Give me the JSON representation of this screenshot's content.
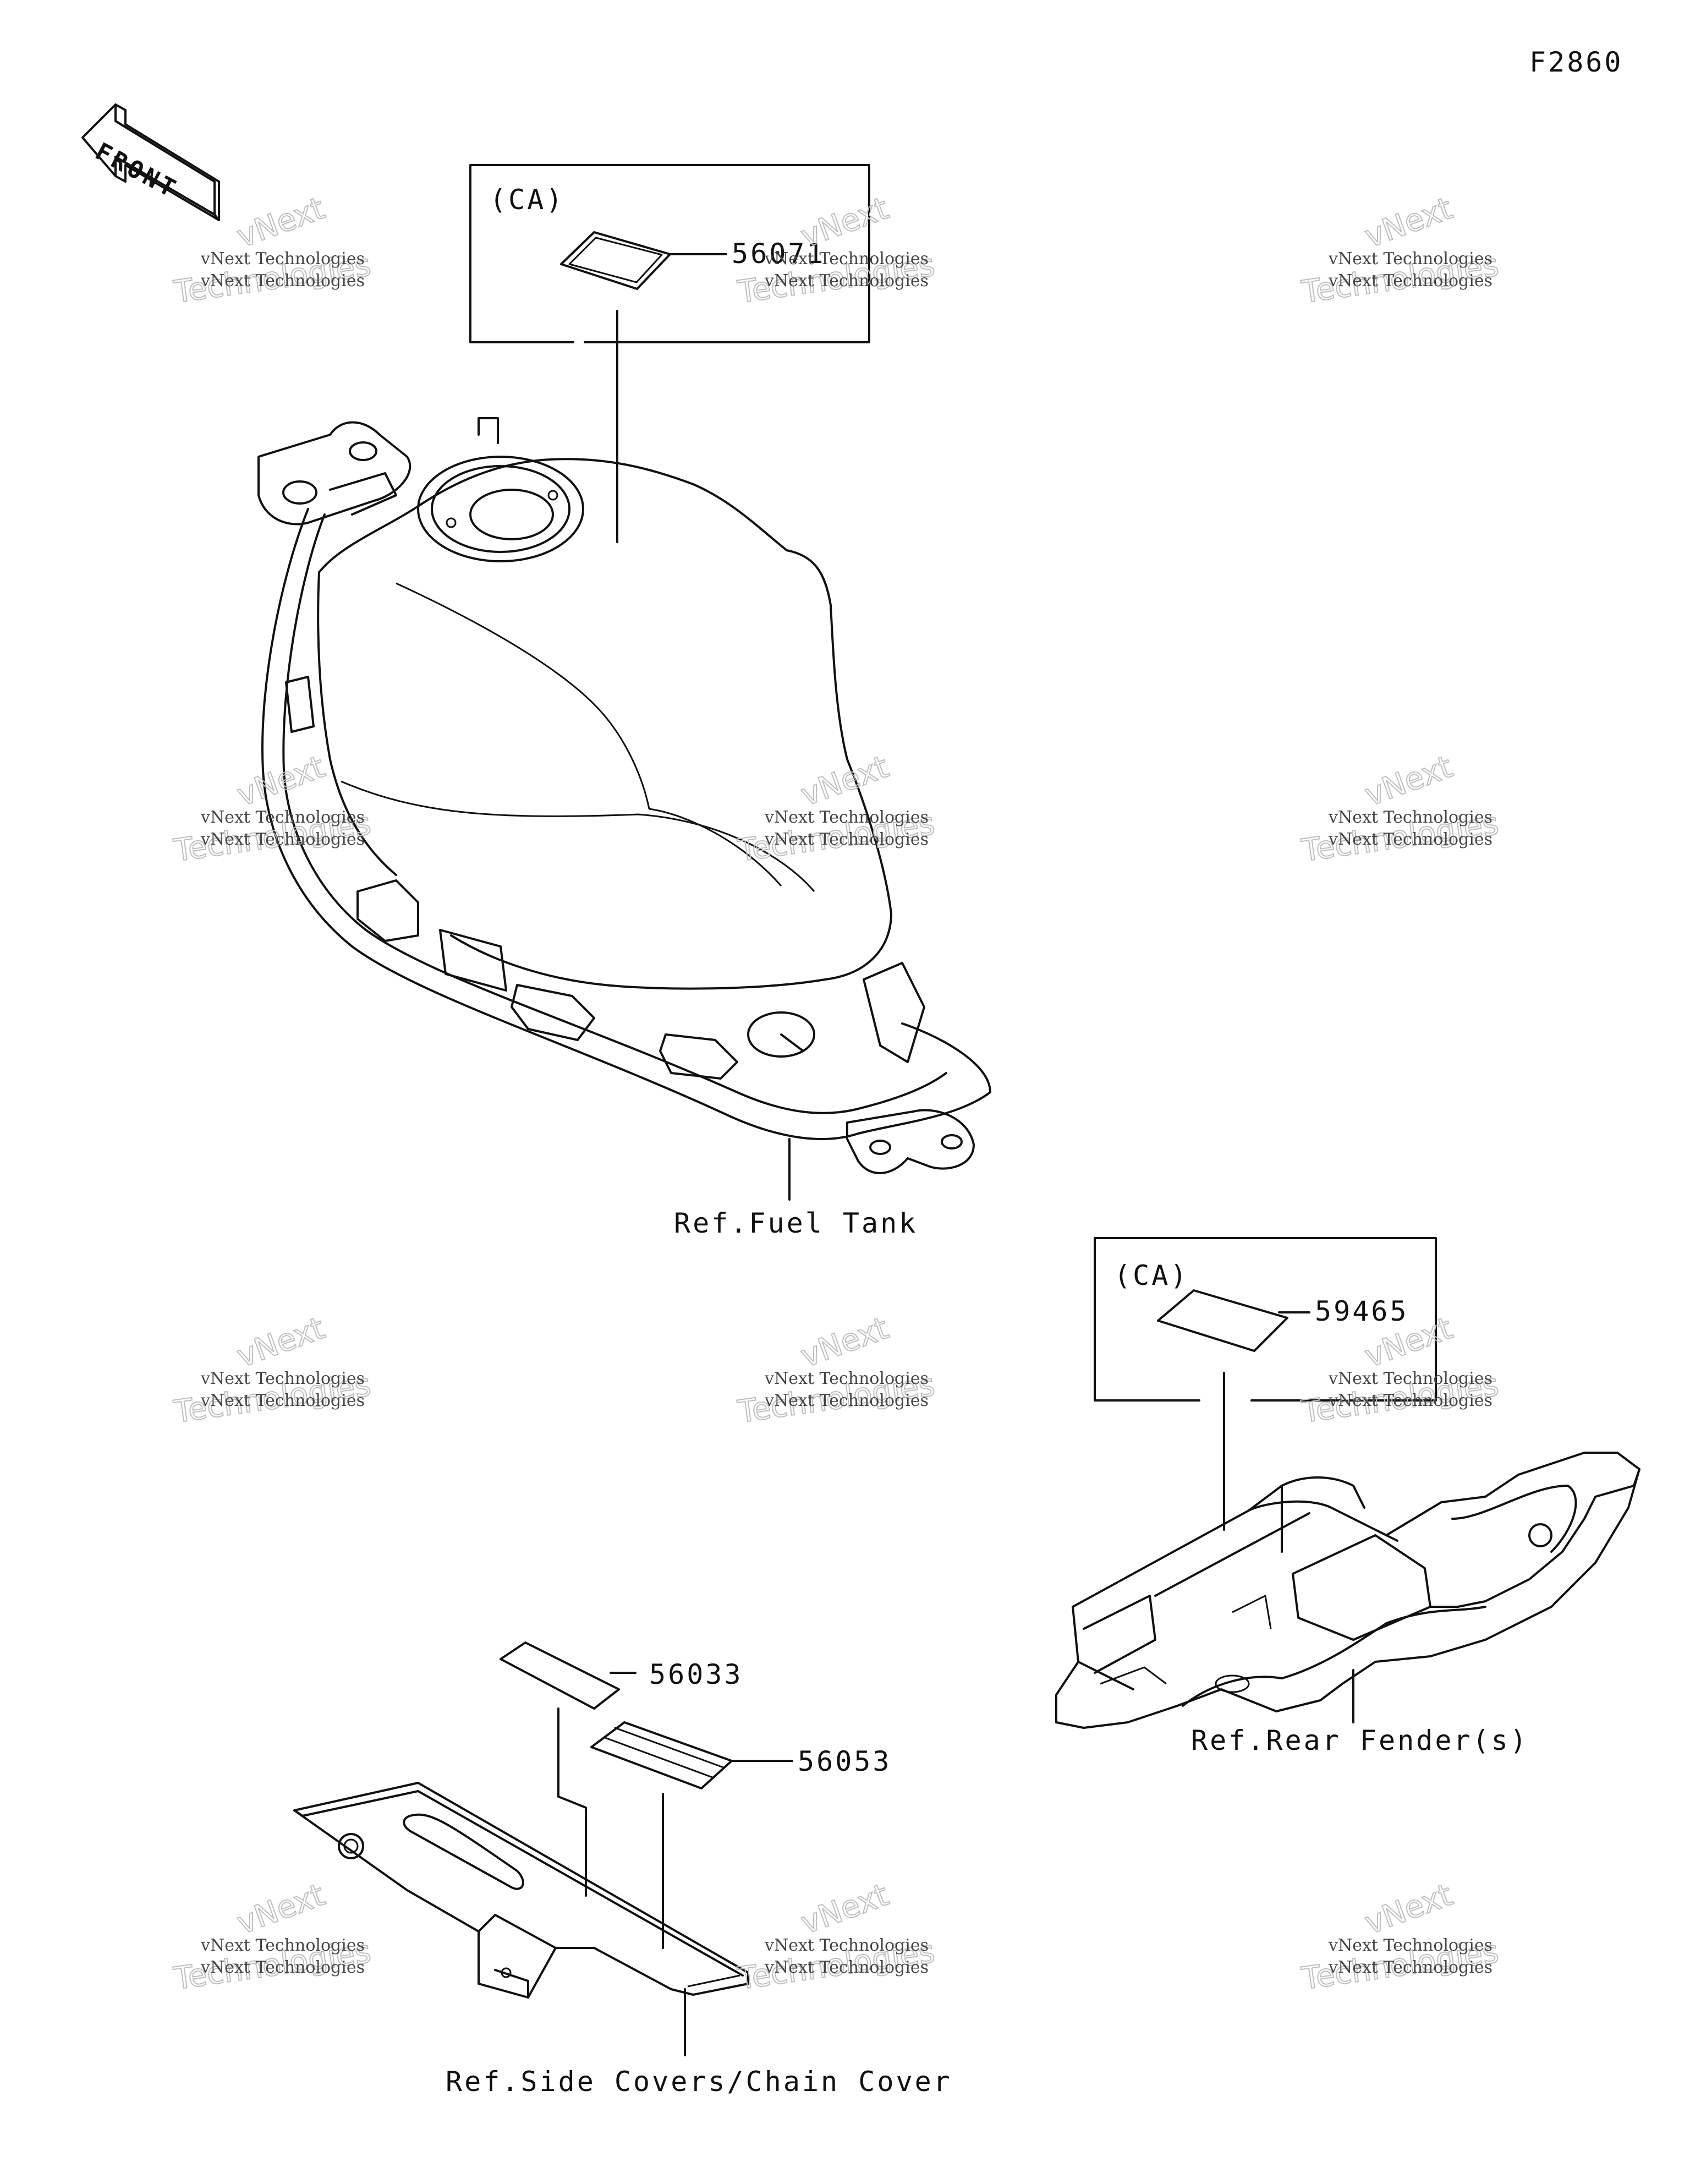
{
  "figure_code": "F2860",
  "front_label": "FRONT",
  "callouts": {
    "ca_top": "(CA)",
    "part_56071": "56071",
    "ref_fuel_tank": "Ref.Fuel Tank",
    "ca_right": "(CA)",
    "part_59465": "59465",
    "ref_rear_fender": "Ref.Rear Fender(s)",
    "part_56033": "56033",
    "part_56053": "56053",
    "ref_side_covers": "Ref.Side Covers/Chain Cover"
  },
  "watermark": {
    "line1": "vNext Technologies",
    "line2": "vNext",
    "line3": "Technologies"
  }
}
